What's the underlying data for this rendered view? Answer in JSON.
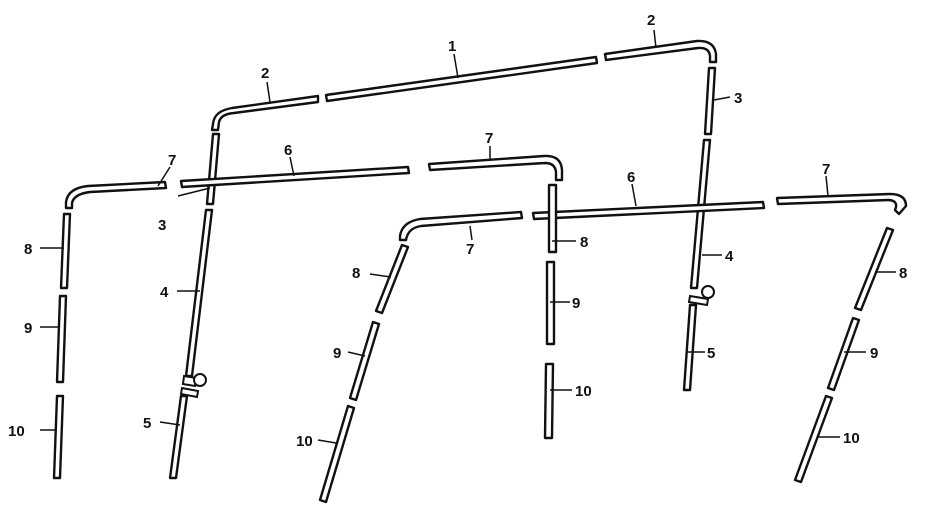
{
  "diagram": {
    "description_none": "",
    "callouts": {
      "c1": "1",
      "c2a": "2",
      "c2b": "2",
      "c3a": "3",
      "c3b": "3",
      "c4a": "4",
      "c4b": "4",
      "c5a": "5",
      "c5b": "5",
      "c6a": "6",
      "c6b": "6",
      "c7a": "7",
      "c7b": "7",
      "c7c": "7",
      "c7d": "7",
      "c8a": "8",
      "c8b": "8",
      "c8c": "8",
      "c8d": "8",
      "c9a": "9",
      "c9b": "9",
      "c9c": "9",
      "c9d": "9",
      "c10a": "10",
      "c10b": "10",
      "c10c": "10",
      "c10d": "10"
    }
  }
}
